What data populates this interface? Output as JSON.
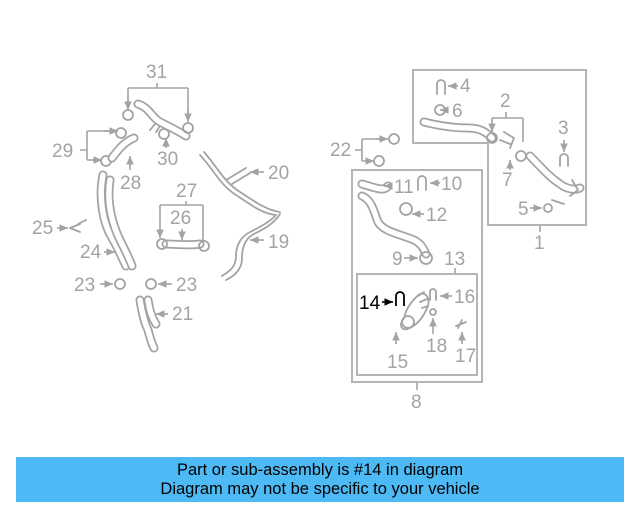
{
  "diagram": {
    "labels": {
      "l1": "1",
      "l2": "2",
      "l3": "3",
      "l4": "4",
      "l5": "5",
      "l6": "6",
      "l7": "7",
      "l8": "8",
      "l9": "9",
      "l10": "10",
      "l11": "11",
      "l12": "12",
      "l13": "13",
      "l14": "14",
      "l15": "15",
      "l16": "16",
      "l17": "17",
      "l18": "18",
      "l19": "19",
      "l20": "20",
      "l21": "21",
      "l22": "22",
      "l23a": "23",
      "l23b": "23",
      "l24": "24",
      "l25": "25",
      "l26": "26",
      "l27": "27",
      "l28": "28",
      "l29": "29",
      "l30": "30",
      "l31": "31"
    },
    "highlighted_part": "14",
    "colors": {
      "linework": "#a3a3a3",
      "highlight": "#000000",
      "banner": "#4dbaf5"
    }
  },
  "banner": {
    "line1": "Part or sub-assembly is #14 in diagram",
    "line2": "Diagram may not be specific to your vehicle"
  }
}
